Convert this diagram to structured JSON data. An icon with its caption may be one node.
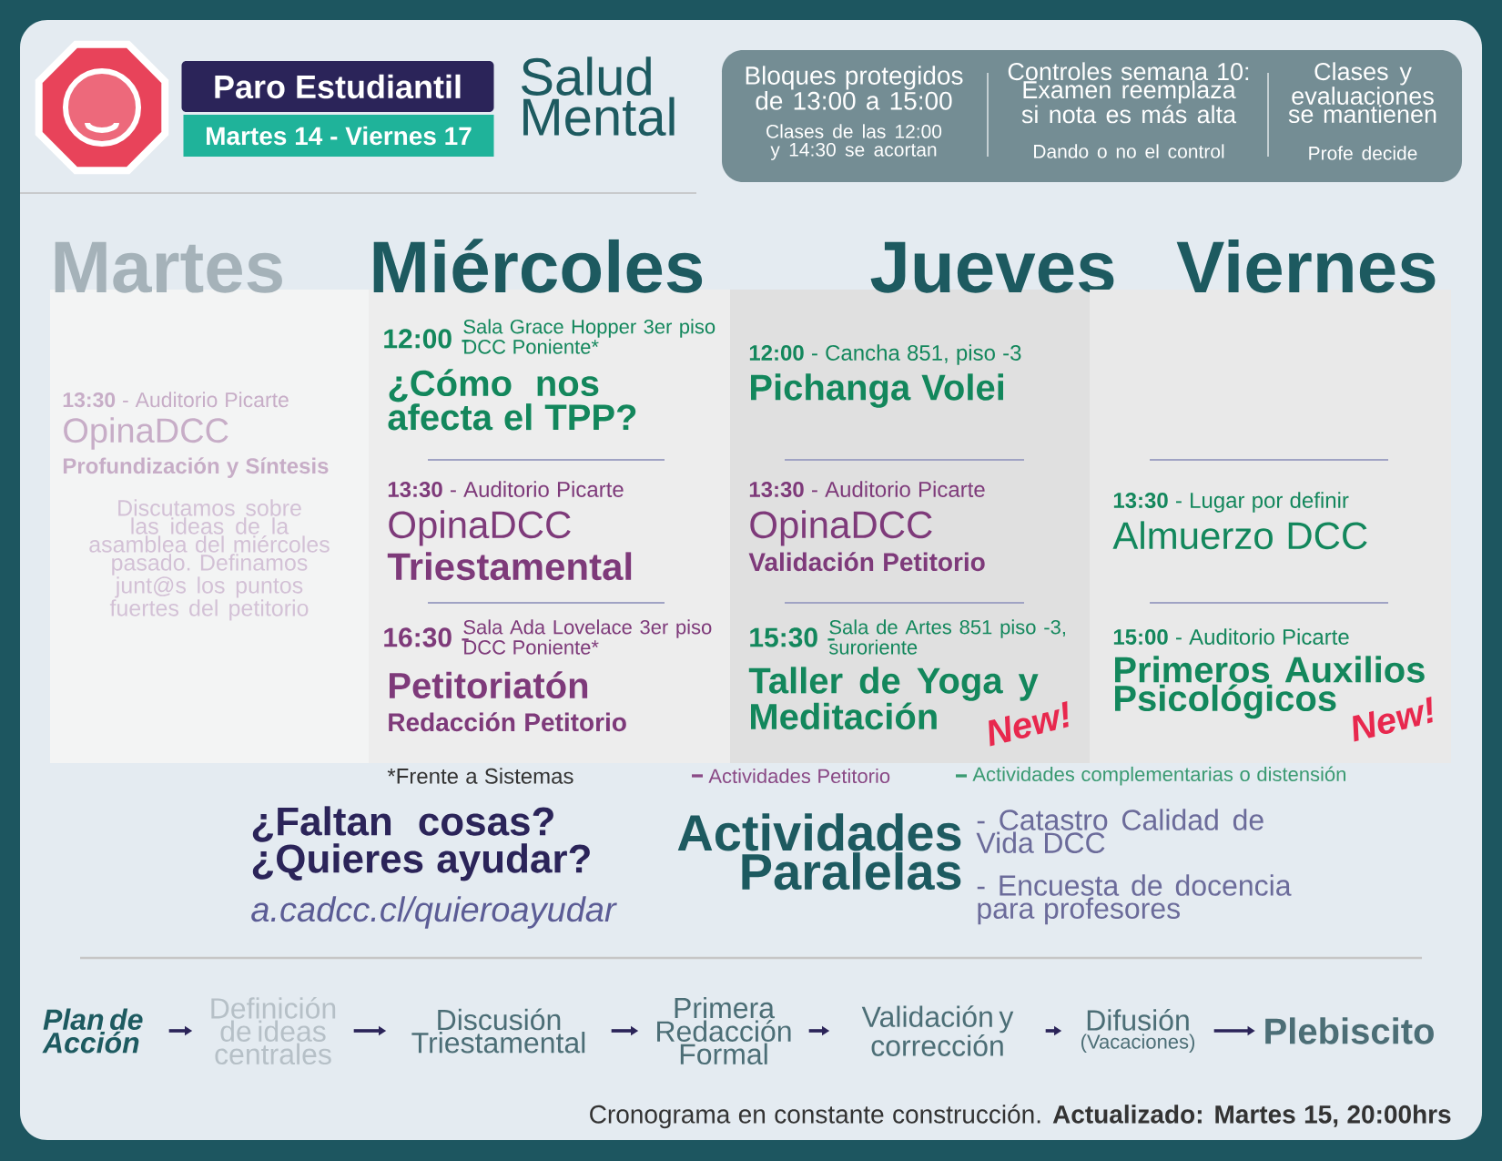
{
  "diagram": {
    "nodes": [
      {
        "text": [
          "Paro Estudiantil"
        ]
      },
      {
        "text": [
          "Martes 14 - Viernes 17"
        ]
      },
      {
        "text": [
          "Bloques protegidos de 13:00 a 15:00",
          "Clases de las 12:00 y 14:30 se acortan",
          "Controles semana 10: Examen reemplaza si nota es más alta",
          "Dando o no el control",
          "Clases y evaluaciones se mantienen",
          "Profe decide"
        ]
      },
      {
        "text": [
          "Martes",
          "**13:30** - Auditorio Picarte",
          "OpinaDCC",
          "Profundización y Síntesis",
          "Discutamos sobre las ideas de la asamblea del miércoles pasado. Definamos junt@s los puntos fuertes del petitorio"
        ]
      },
      {
        "text": [
          "Miércoles",
          "**12:00** -",
          "Sala Grace Hopper 3er piso DCC Poniente*",
          "¿Cómo nos afecta el TPP?",
          "**13:30** - Auditorio Picarte",
          "OpinaDCC",
          "Triestamental",
          "**16:30** -",
          "Sala Ada Lovelace 3er piso DCC Poniente*",
          "Petitoriatón",
          "Redacción Petitorio"
        ]
      },
      {
        "text": [
          "Jueves",
          "**12:00** - Cancha 851, piso -3",
          "Pichanga Volei",
          "**13:30** - Auditorio Picarte",
          "OpinaDCC",
          "Validación Petitorio",
          "**15:30** -",
          "Sala de Artes 851 piso -3, suroriente",
          "Taller de Yoga y Meditación",
          "New!"
        ]
      },
      {
        "text": [
          "Viernes",
          "**13:30** - Lugar por definir",
          "Almuerzo DCC",
          "**15:00** - Auditorio Picarte",
          "Primeros Auxilios Psicológicos",
          "New!"
        ]
      },
      {
        "text": [
          "Plan de Acción"
        ]
      },
      {
        "text": [
          "Definición de ideas centrales"
        ]
      },
      {
        "text": [
          "Discusión Triestamental"
        ]
      },
      {
        "text": [
          "Primera Redacción Formal"
        ]
      },
      {
        "text": [
          "Validación y corrección"
        ]
      },
      {
        "text": [
          "Difusión",
          "(Vacaciones)"
        ]
      },
      {
        "text": [
          "Plebiscito"
        ]
      }
    ],
    "edges": [
      {
        "from": 7,
        "to": 8,
        "arrow": "to"
      },
      {
        "from": 8,
        "to": 9,
        "arrow": "to"
      },
      {
        "from": 9,
        "to": 10,
        "arrow": "to"
      },
      {
        "from": 10,
        "to": 11,
        "arrow": "to"
      },
      {
        "from": 11,
        "to": 12,
        "arrow": "to"
      },
      {
        "from": 12,
        "to": 13,
        "arrow": "to"
      }
    ],
    "labels": [
      "Salud Mental",
      "*Frente a Sistemas",
      "¿Faltan cosas? ¿Quieres ayudar?",
      "a.cadcc.cl/quieroayudar",
      "Actividades Paralelas",
      "- Catastro Calidad de Vida DCC",
      "- Encuesta de docencia para profesores",
      "Cronograma en constante construcción. **Actualizado: Martes 15, 20:00hrs**"
    ],
    "legend": [
      {
        "text": "Actividades Petitorio",
        "color": "#8a4a86"
      },
      {
        "text": "Actividades complementarias o distensión",
        "color": "#3a9a72"
      }
    ]
  }
}
